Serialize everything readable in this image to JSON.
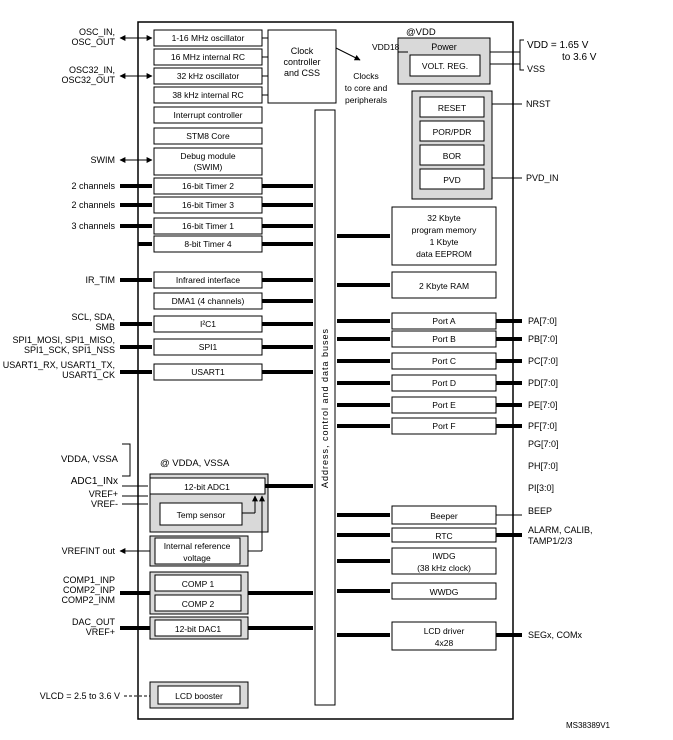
{
  "power": {
    "vdd_label": "@VDD",
    "power_title": "Power",
    "volt_reg": "VOLT. REG.",
    "vdd18": "VDD18",
    "vdd_range_1": "VDD = 1.65 V",
    "vdd_range_2": "to 3.6 V",
    "vss": "VSS"
  },
  "clock": {
    "osc_in": "OSC_IN,",
    "osc_out": "OSC_OUT",
    "osc32_in": "OSC32_IN,",
    "osc32_out": "OSC32_OUT",
    "blocks": [
      "1-16 MHz oscillator",
      "16 MHz internal RC",
      "32 kHz oscillator",
      "38 kHz internal RC"
    ],
    "css_lines": [
      "Clock",
      "controller",
      "and CSS"
    ],
    "clocks_lines": [
      "Clocks",
      "to core and",
      "peripherals"
    ]
  },
  "core": {
    "interrupt": "Interrupt controller",
    "stm8": "STM8 Core",
    "debug_1": "Debug module",
    "debug_2": "(SWIM)",
    "swim": "SWIM"
  },
  "timers": [
    {
      "label": "16-bit Timer 2",
      "pin": "2 channels"
    },
    {
      "label": "16-bit Timer 3",
      "pin": "2 channels"
    },
    {
      "label": "16-bit Timer 1",
      "pin": "3 channels"
    },
    {
      "label": "8-bit Timer 4",
      "pin": ""
    }
  ],
  "comm": {
    "ir_pin": "IR_TIM",
    "ir": "Infrared interface",
    "dma": "DMA1 (4 channels)",
    "i2c_pins": [
      "SCL, SDA,",
      "SMB"
    ],
    "i2c": "I²C1",
    "spi_pins": [
      "SPI1_MOSI, SPI1_MISO,",
      "SPI1_SCK, SPI1_NSS"
    ],
    "spi": "SPI1",
    "usart_pins": [
      "USART1_RX, USART1_TX,",
      "USART1_CK"
    ],
    "usart": "USART1"
  },
  "analog": {
    "vdda_vssa": "VDDA, VSSA",
    "at_vdda": "@ VDDA, VSSA",
    "adc_in": "ADC1_INx",
    "vref_plus": "VREF+",
    "vref_minus": "VREF-",
    "adc": "12-bit ADC1",
    "temp": "Temp sensor",
    "vrefint": "VREFINT out",
    "iref_1": "Internal reference",
    "iref_2": "voltage",
    "comp_pins": [
      "COMP1_INP",
      "COMP2_INP",
      "COMP2_INM"
    ],
    "comp1": "COMP 1",
    "comp2": "COMP 2",
    "dac_out": "DAC_OUT",
    "dac_vref": "VREF+",
    "dac": "12-bit DAC1",
    "vlcd": "VLCD = 2.5 to 3.6 V",
    "lcd_booster": "LCD booster"
  },
  "bus_label": "Address, control and data buses",
  "supervisor": {
    "items": [
      "RESET",
      "POR/PDR",
      "BOR",
      "PVD"
    ],
    "nrst": "NRST",
    "pvd_in": "PVD_IN"
  },
  "memory": {
    "flash_lines": [
      "32 Kbyte",
      "program memory",
      "1 Kbyte",
      "data EEPROM"
    ],
    "ram": "2 Kbyte RAM"
  },
  "ports": [
    {
      "label": "Port A",
      "pin": "PA[7:0]"
    },
    {
      "label": "Port B",
      "pin": "PB[7:0]"
    },
    {
      "label": "Port C",
      "pin": "PC[7:0]"
    },
    {
      "label": "Port D",
      "pin": "PD[7:0]"
    },
    {
      "label": "Port E",
      "pin": "PE[7:0]"
    },
    {
      "label": "Port F",
      "pin": "PF[7:0]"
    }
  ],
  "extra_pins": [
    "PG[7:0]",
    "PH[7:0]",
    "PI[3:0]"
  ],
  "misc": {
    "beeper": "Beeper",
    "beep": "BEEP",
    "rtc": "RTC",
    "rtc_pins": [
      "ALARM, CALIB,",
      "TAMP1/2/3"
    ],
    "iwdg_1": "IWDG",
    "iwdg_2": "(38 kHz clock)",
    "wwdg": "WWDG",
    "lcd_1": "LCD driver",
    "lcd_2": "4x28",
    "seg": "SEGx, COMx"
  },
  "figure_id": "MS38389V1"
}
